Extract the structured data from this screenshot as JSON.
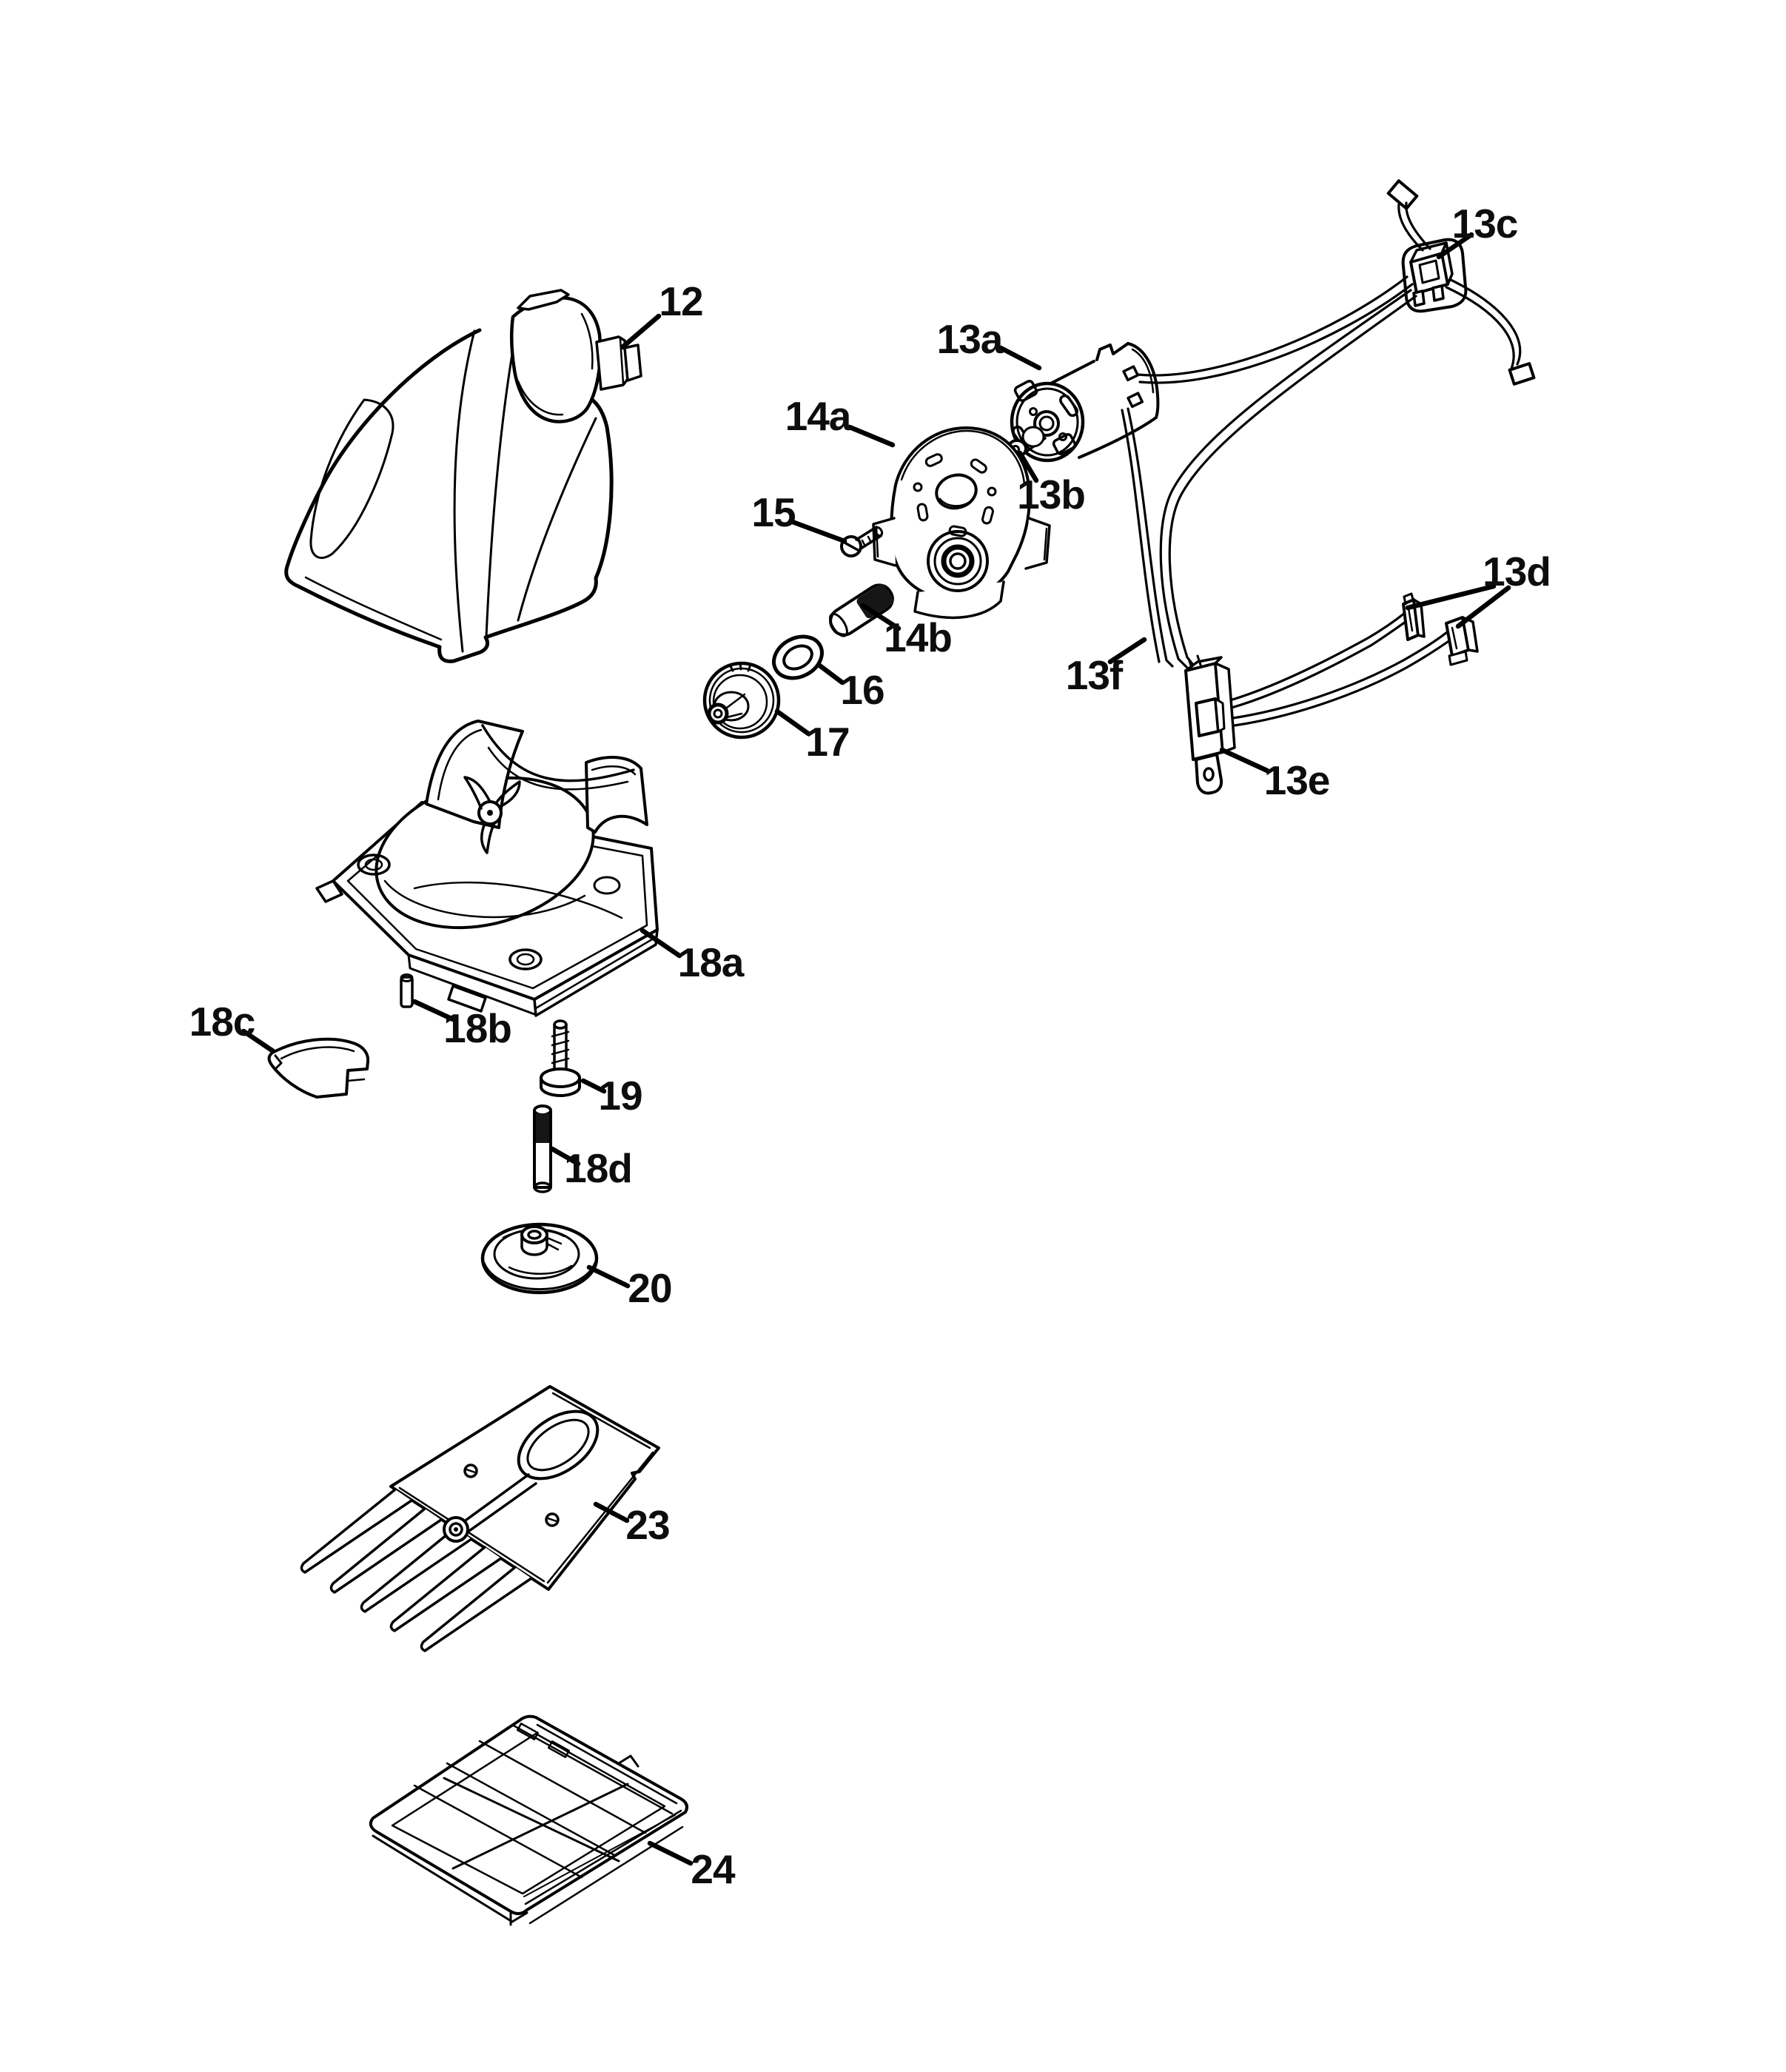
{
  "page": {
    "background": "#ffffff",
    "ink": "#000000"
  },
  "diagram": {
    "labels": [
      {
        "id": "12",
        "text": "12"
      },
      {
        "id": "13a",
        "text": "13a"
      },
      {
        "id": "13b",
        "text": "13b"
      },
      {
        "id": "13c",
        "text": "13c"
      },
      {
        "id": "13d",
        "text": "13d"
      },
      {
        "id": "13e",
        "text": "13e"
      },
      {
        "id": "13f",
        "text": "13f"
      },
      {
        "id": "14a",
        "text": "14a"
      },
      {
        "id": "14b",
        "text": "14b"
      },
      {
        "id": "15",
        "text": "15"
      },
      {
        "id": "16",
        "text": "16"
      },
      {
        "id": "17",
        "text": "17"
      },
      {
        "id": "18a",
        "text": "18a"
      },
      {
        "id": "18b",
        "text": "18b"
      },
      {
        "id": "18c",
        "text": "18c"
      },
      {
        "id": "18d",
        "text": "18d"
      },
      {
        "id": "19",
        "text": "19"
      },
      {
        "id": "20",
        "text": "20"
      },
      {
        "id": "23",
        "text": "23"
      },
      {
        "id": "24",
        "text": "24"
      }
    ]
  }
}
